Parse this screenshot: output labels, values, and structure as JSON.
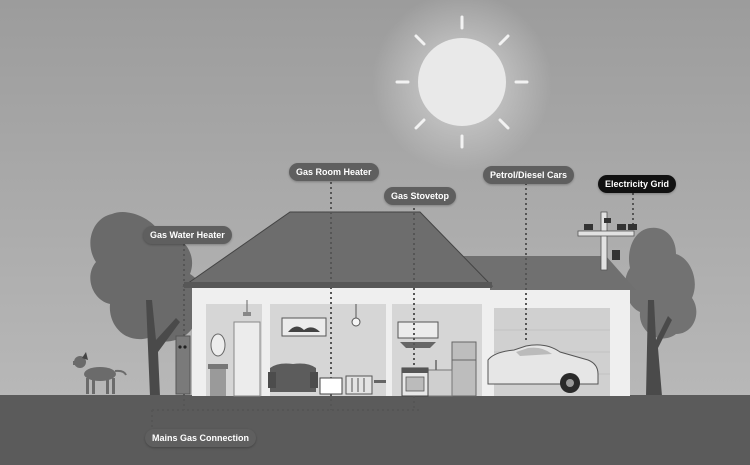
{
  "labels": {
    "gas_water_heater": "Gas Water Heater",
    "gas_room_heater": "Gas Room Heater",
    "gas_stovetop": "Gas Stovetop",
    "petrol_diesel_cars": "Petrol/Diesel Cars",
    "electricity_grid": "Electricity Grid",
    "mains_gas_connection": "Mains Gas Connection"
  },
  "colors": {
    "sky": "#a9a9a9",
    "ground": "#5b5b5b",
    "roof": "#6d6d6d",
    "wall": "#efefef",
    "callout": "#5f5f5f",
    "callout_highlight": "#111111",
    "sun": "#e9e9e9"
  }
}
